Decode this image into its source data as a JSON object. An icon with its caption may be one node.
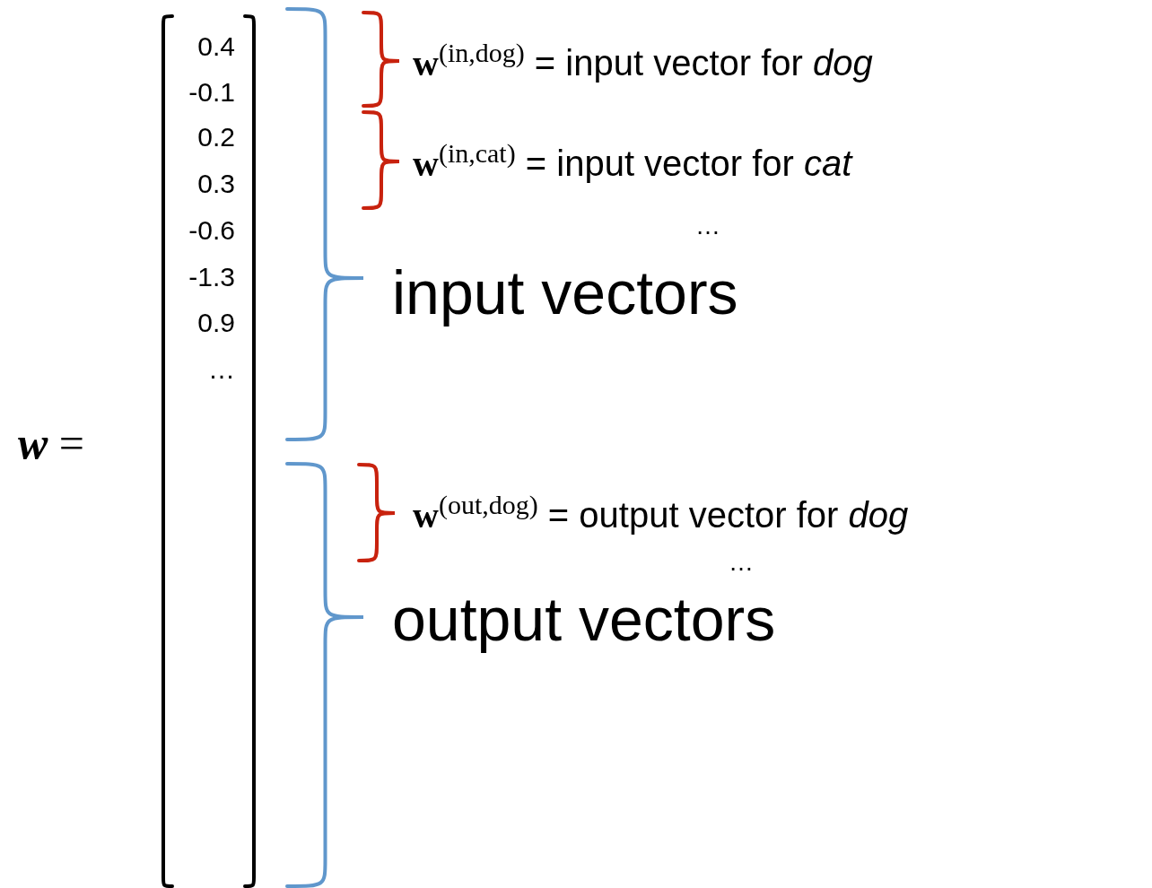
{
  "diagram": {
    "labels": [
      "**w** =",
      "0.4",
      "-0.1",
      "0.2",
      "0.3",
      "-0.6",
      "-1.3",
      "0.9",
      "…",
      "**w**$^{(in,dog)}$ = input vector for *dog*",
      "**w**$^{(in,cat)}$ = input vector for *cat*",
      "…",
      "input vectors",
      "**w**$^{(out,dog)}$ = output vector for *dog*",
      "…",
      "output vectors"
    ]
  }
}
